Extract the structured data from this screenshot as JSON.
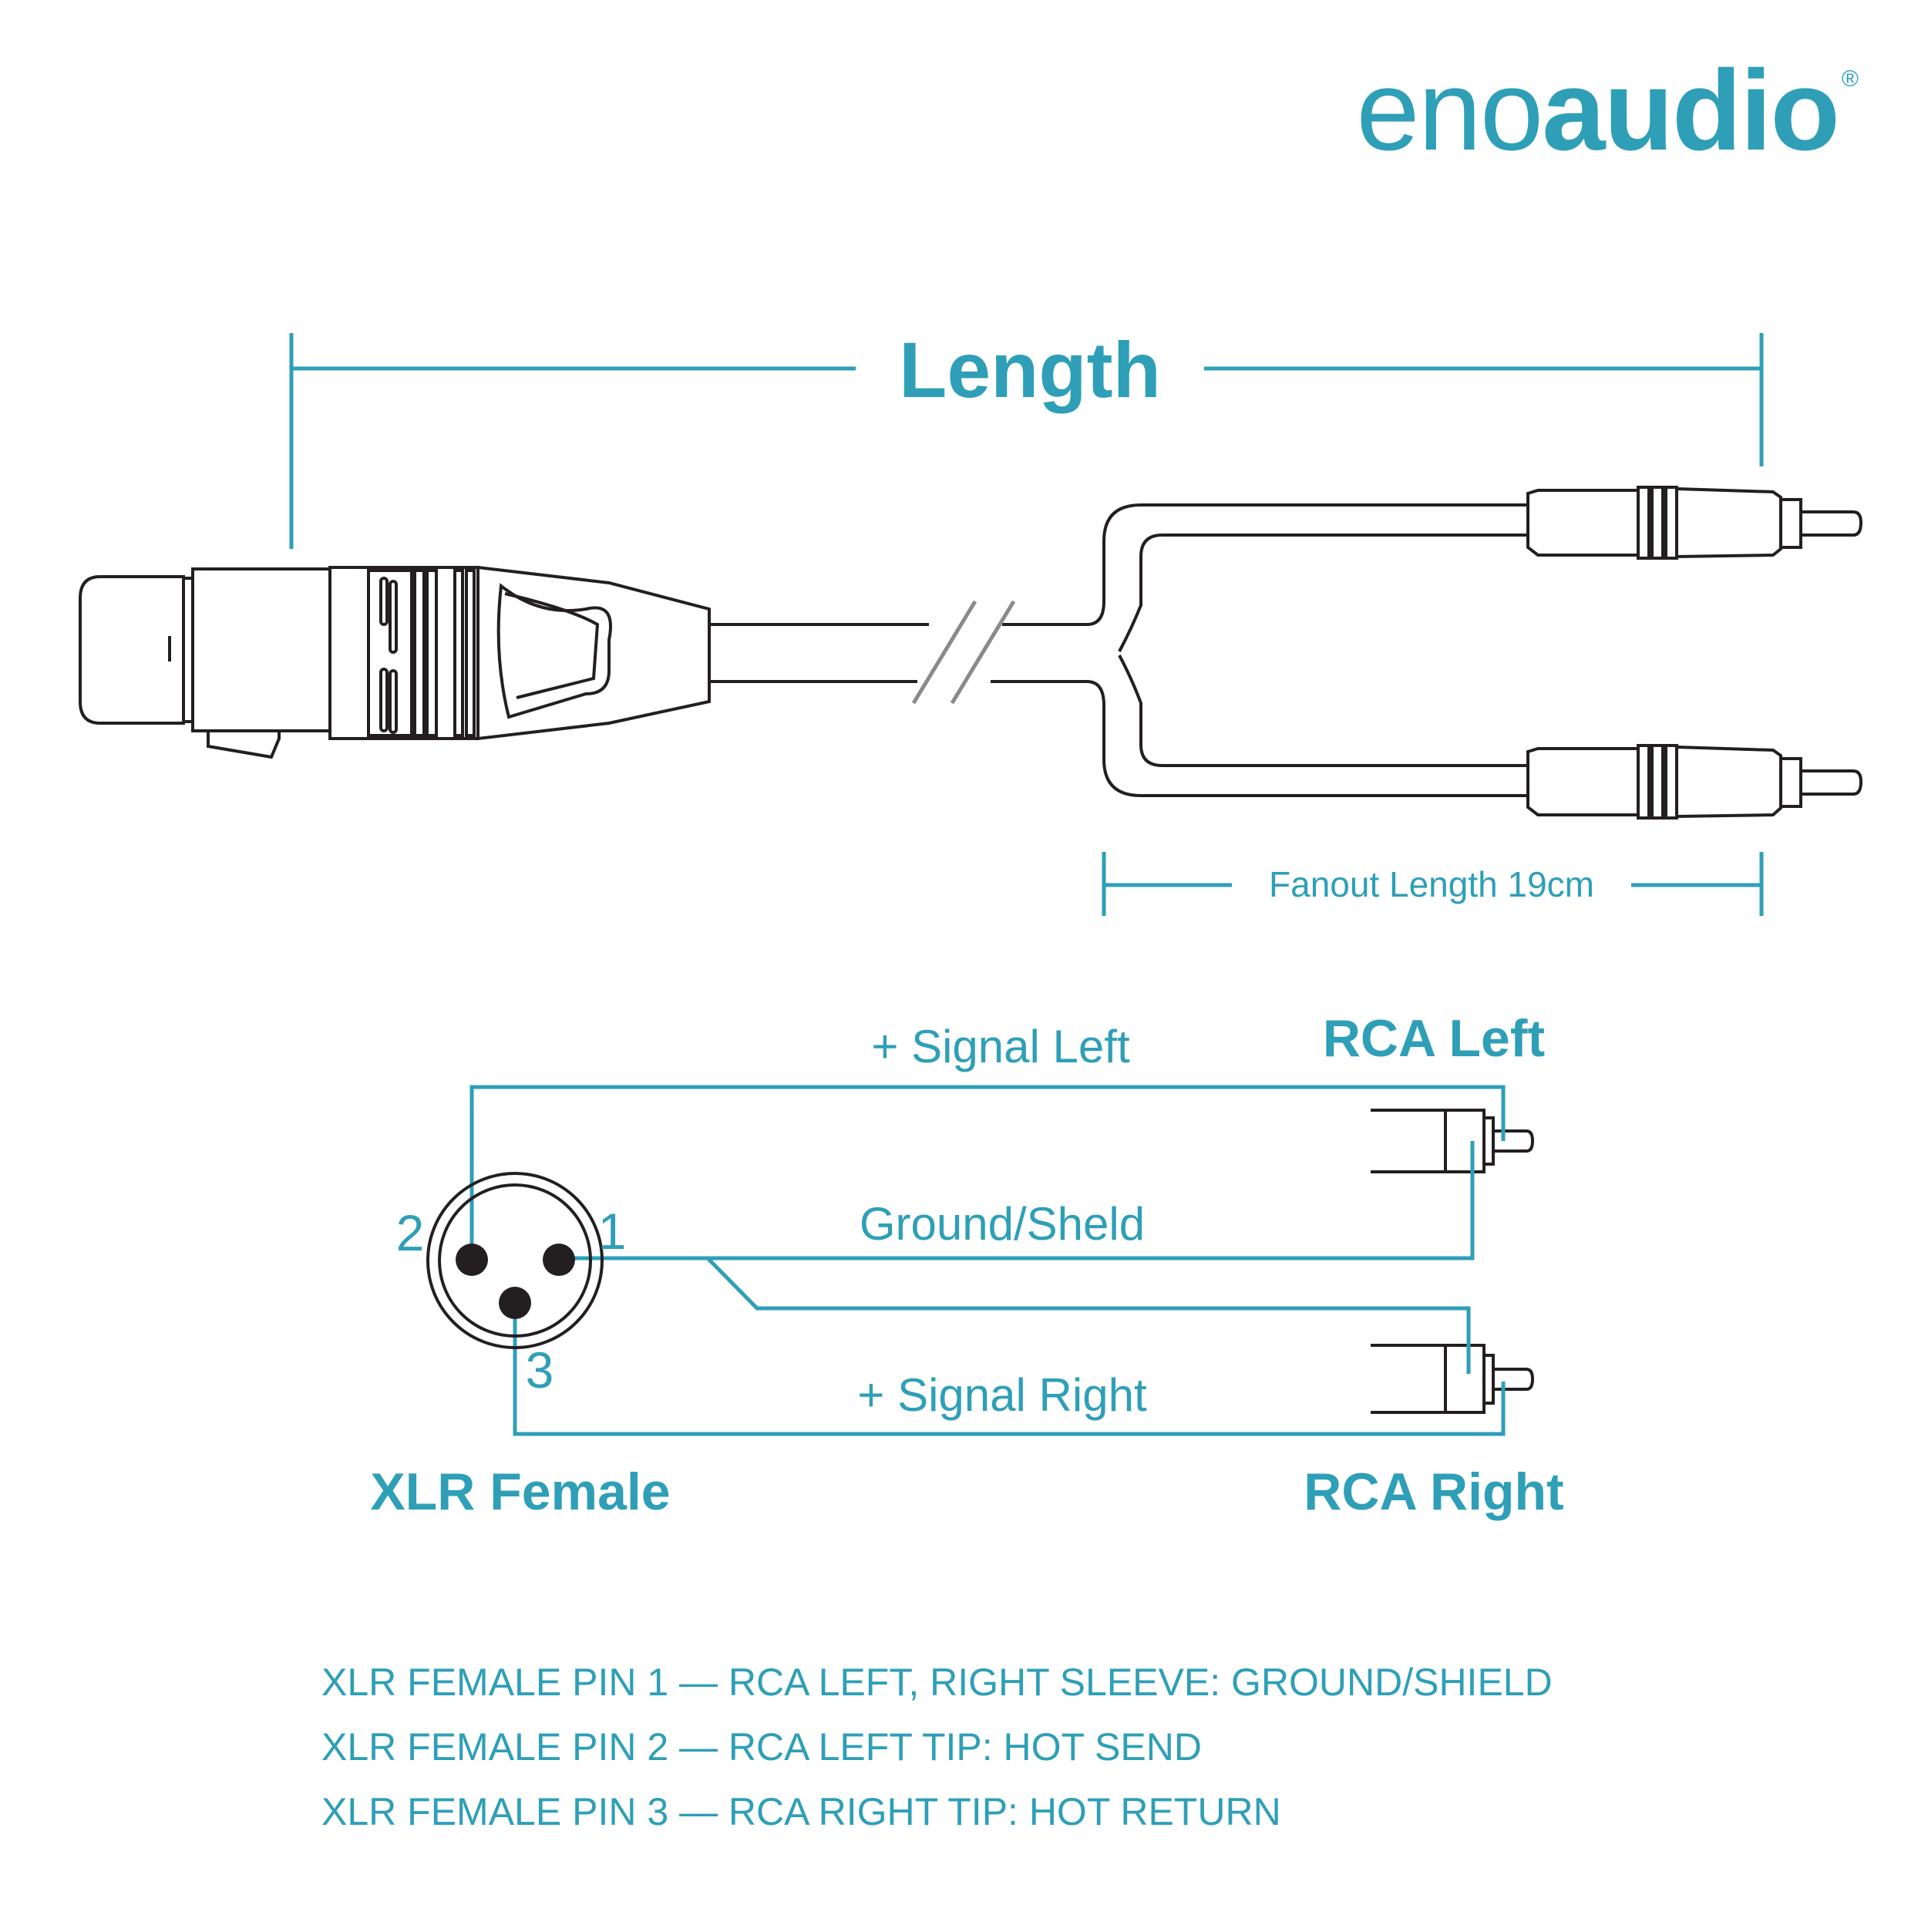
{
  "brand": {
    "name_light": "eno",
    "name_bold": "audio",
    "registered_mark": "®"
  },
  "colors": {
    "accent": "#2e9fb7",
    "outline": "#231f20",
    "break_mark": "#8a8a8a",
    "background": "#ffffff"
  },
  "cable_drawing": {
    "length_label": "Length",
    "fanout_label": "Fanout Length 19cm"
  },
  "wiring": {
    "signal_left_label": "+ Signal Left",
    "ground_label": "Ground/Sheld",
    "signal_right_label": "+ Signal Right",
    "rca_left_label": "RCA Left",
    "rca_right_label": "RCA Right",
    "xlr_label": "XLR Female",
    "pins": {
      "pin1": "1",
      "pin2": "2",
      "pin3": "3"
    }
  },
  "pinout_notes": [
    "XLR FEMALE PIN 1 — RCA LEFT, RIGHT SLEEVE: GROUND/SHIELD",
    "XLR FEMALE PIN 2 — RCA LEFT TIP: HOT SEND",
    "XLR FEMALE PIN 3 — RCA RIGHT TIP: HOT RETURN"
  ]
}
